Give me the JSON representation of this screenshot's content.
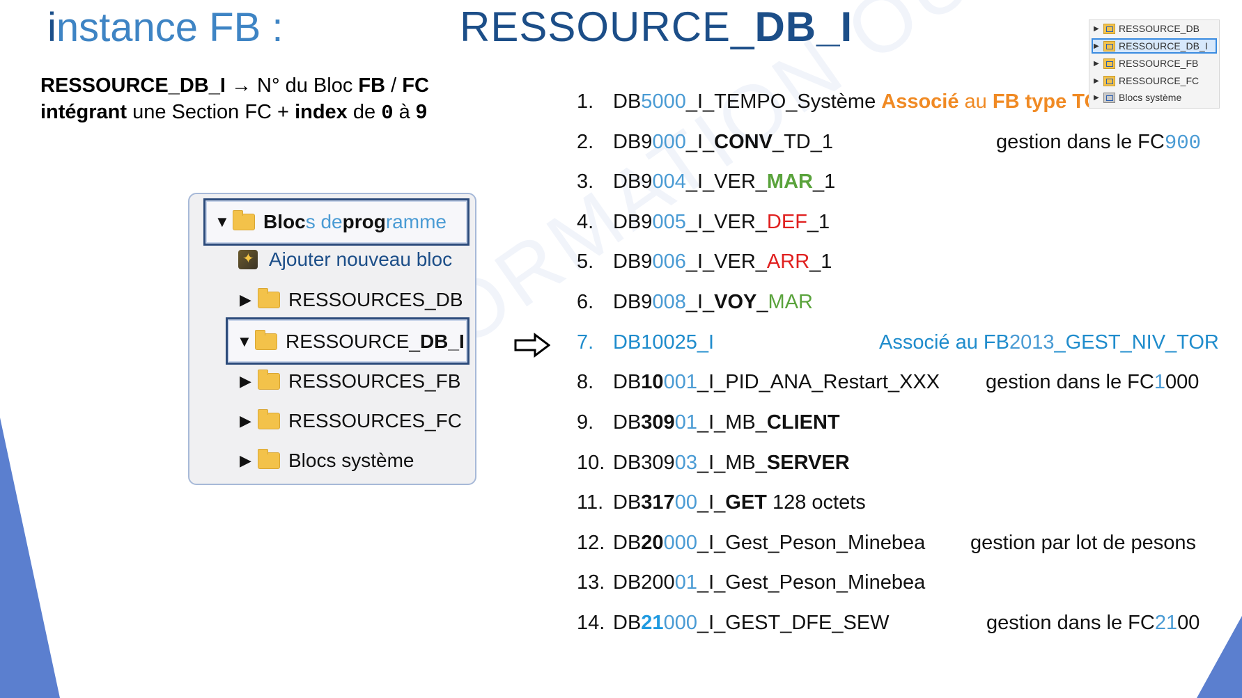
{
  "title": {
    "left_first": "i",
    "left_rest": "nstance FB :",
    "main_part1": "RESSOURCE_",
    "main_part2": "DB",
    "main_part3": "_I"
  },
  "subtitle": {
    "line1": {
      "a": "RESSOURCE_DB_I",
      "b": " → N° du Bloc ",
      "c": "FB",
      "d": " / ",
      "e": "FC"
    },
    "line2": {
      "a": "intégrant",
      "b": " une Section FC + ",
      "c": "index",
      "d": " de ",
      "e": "0",
      "f": " à ",
      "g": "9"
    }
  },
  "tree": {
    "root": {
      "p1": "Bloc",
      "p2": "s de ",
      "p3": "prog",
      "p4": "ramme"
    },
    "add_block": "Ajouter nouveau bloc",
    "items": [
      {
        "label": "RESSOURCES_DB"
      },
      {
        "label_a": "RESSOURCE_",
        "label_b": "DB",
        "label_c": " _I"
      },
      {
        "label": "RESSOURCES_FB"
      },
      {
        "label": "RESSOURCES_FC"
      },
      {
        "label": "Blocs système"
      }
    ]
  },
  "list": [
    {
      "num": "1.",
      "parts": [
        "DB",
        "5",
        "000",
        "_I_TEMPO_Système "
      ],
      "right_a": "Associé",
      "right_b": " au ",
      "right_c": "FB type TON"
    },
    {
      "num": "2.",
      "parts": [
        "DB",
        "9",
        "000",
        "_I_",
        "CONV",
        "_TD_1"
      ],
      "right": "gestion dans le FC",
      "right_num": "900"
    },
    {
      "num": "3.",
      "parts": [
        "DB",
        "9",
        "004",
        "_I_VER_",
        "MAR",
        "_1"
      ]
    },
    {
      "num": "4.",
      "parts": [
        "DB",
        "9",
        "005",
        "_I_VER_",
        "DEF",
        "_1"
      ]
    },
    {
      "num": "5.",
      "parts": [
        "DB",
        "9",
        "006",
        "_I_VER_",
        "ARR",
        "_1"
      ]
    },
    {
      "num": "6.",
      "parts": [
        "DB",
        "9",
        "008",
        "_I_",
        "VOY",
        "_",
        "MAR"
      ]
    },
    {
      "num": "7.",
      "text": "DB10025_I",
      "right_a": "Associé au FB",
      "right_b": "2013",
      "right_c": "_GEST_NIV_TOR"
    },
    {
      "num": "8.",
      "parts": [
        "DB",
        "10",
        "001",
        "_I_PID_ANA_Restart_XXX"
      ],
      "right": "gestion dans le FC",
      "right_num": "1",
      "right_tail": "000"
    },
    {
      "num": "9.",
      "parts": [
        "DB",
        "309",
        "01",
        "_I_MB_",
        "CLIENT"
      ]
    },
    {
      "num": "10.",
      "parts": [
        "DB",
        "309",
        "03",
        "_I_MB_",
        "SERVER"
      ]
    },
    {
      "num": "11.",
      "parts": [
        "DB",
        "317",
        "00",
        "_I_",
        "GET",
        " 128 octets"
      ]
    },
    {
      "num": "12.",
      "parts": [
        "DB",
        "20",
        "000",
        "_I_Gest_Peson_Minebea"
      ],
      "right": "gestion par lot de pesons"
    },
    {
      "num": "13.",
      "parts": [
        "DB",
        "200",
        "01",
        "_I_Gest_Peson_Minebea"
      ]
    },
    {
      "num": "14.",
      "parts": [
        "DB",
        "21",
        "000",
        "_I_GEST_DFE_SEW"
      ],
      "right": "gestion dans le FC",
      "right_num": "21",
      "right_tail": "00"
    }
  ],
  "mini_tree": [
    {
      "label": "RESSOURCE_DB"
    },
    {
      "label": "RESSOURCE_DB_I"
    },
    {
      "label": "RESSOURCE_FB"
    },
    {
      "label": "RESSOURCE_FC"
    },
    {
      "label": "Blocs système"
    }
  ],
  "watermark": "AEI FORMATION OUEST",
  "colors": {
    "accent_blue": "#4a9bd4",
    "orange": "#f08a24",
    "green": "#5aa33c",
    "red": "#e0201f",
    "title_blue": "#1c4e88",
    "corner_blue": "#5b7fcf"
  }
}
